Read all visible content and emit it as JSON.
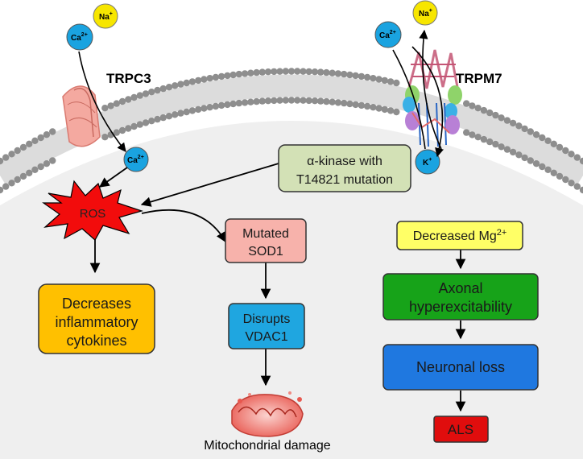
{
  "channels": {
    "trpc3": "TRPC3",
    "trpm7": "TRPM7"
  },
  "ions": {
    "na_base": "Na",
    "na_sup": "+",
    "ca_base": "Ca",
    "ca_sup": "2+",
    "k_base": "K",
    "k_sup": "+"
  },
  "boxes": {
    "alpha_kinase": {
      "line1": "α-kinase with",
      "line2": "T14821 mutation"
    },
    "ros": "ROS",
    "mutated_sod1": {
      "line1": "Mutated",
      "line2": "SOD1"
    },
    "decreases_cytokines": {
      "line1": "Decreases",
      "line2": "inflammatory",
      "line3": "cytokines"
    },
    "disrupts_vdac1": {
      "line1": "Disrupts",
      "line2": "VDAC1"
    },
    "decreased_mg": {
      "base": "Decreased Mg",
      "sup": "2+"
    },
    "axonal": {
      "line1": "Axonal",
      "line2": "hyperexcitability"
    },
    "neuronal_loss": "Neuronal loss",
    "als": "ALS"
  },
  "mitochondrial_damage": "Mitochondrial damage",
  "colors": {
    "cell_interior": "#efefef",
    "membrane_head": "#8e8e8e",
    "ion_na": "#f7e600",
    "ion_ca": "#1aa3e0",
    "ion_k": "#1aa3e0",
    "ros": "#f20c0c",
    "alpha_kinase": "#d3e1b6",
    "mutated_sod1": "#f7b2ab",
    "decreases_cytokines": "#ffc000",
    "disrupts_vdac1": "#1fa6e0",
    "decreased_mg": "#ffff66",
    "axonal": "#17a319",
    "neuronal_loss": "#1f78e0",
    "als": "#e00d0d",
    "trpc3": "#f4a9a0"
  }
}
